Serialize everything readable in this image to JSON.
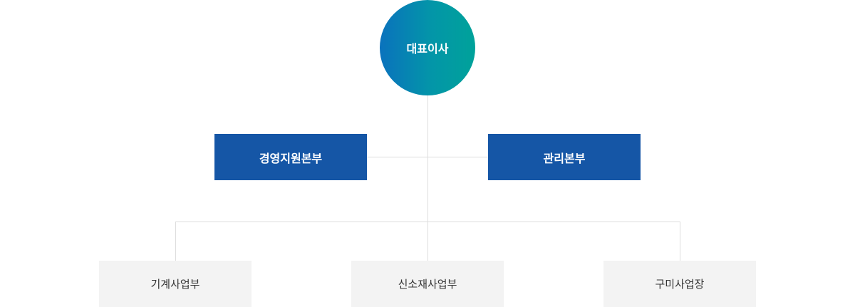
{
  "ceo": {
    "label": "대표이사"
  },
  "divisions": [
    {
      "label": "경영지원본부"
    },
    {
      "label": "관리본부"
    }
  ],
  "units": [
    {
      "label": "기계사업부"
    },
    {
      "label": "신소재사업부"
    },
    {
      "label": "구미사업장"
    }
  ],
  "colors": {
    "division": "#1556a6",
    "unit": "#f3f3f3",
    "line": "#dddddd",
    "ceo_start": "#0a72bd",
    "ceo_end": "#00a29a"
  }
}
